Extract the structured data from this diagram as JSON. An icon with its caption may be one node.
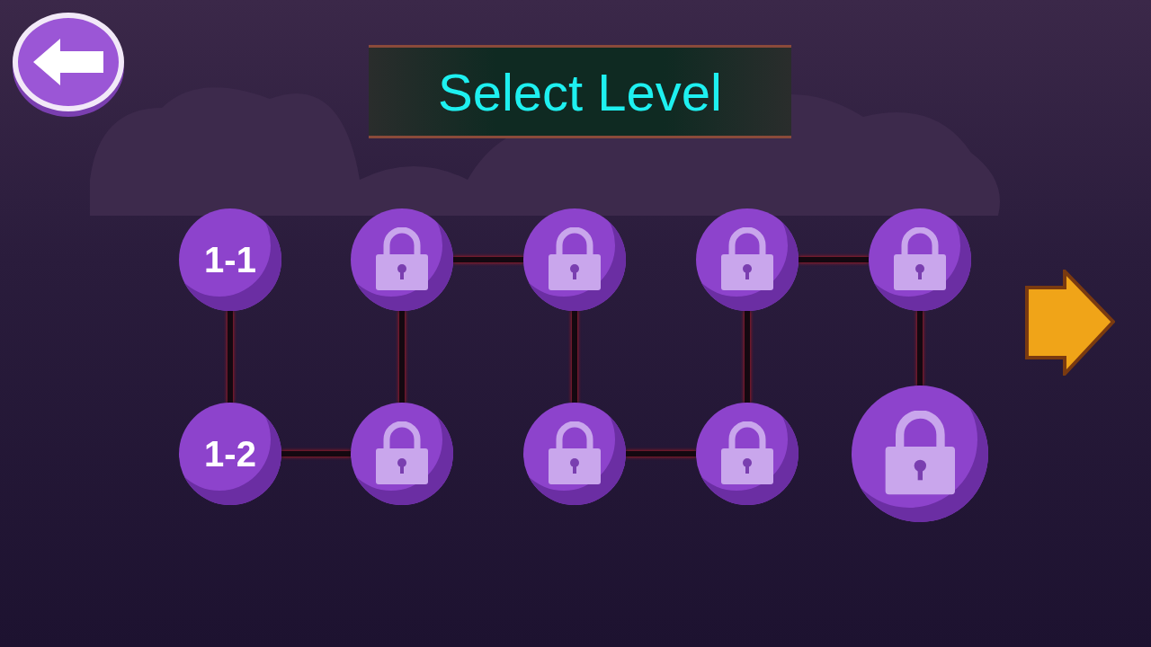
{
  "diagram": {
    "title": "Select Level",
    "nodes": [
      {
        "text": [
          "1-1"
        ]
      },
      {
        "text": [],
        "shape": "circle"
      },
      {
        "text": [],
        "shape": "circle"
      },
      {
        "text": [],
        "shape": "circle"
      },
      {
        "text": [],
        "shape": "circle"
      },
      {
        "text": [
          "1-2"
        ]
      },
      {
        "text": [],
        "shape": "circle"
      },
      {
        "text": [],
        "shape": "circle"
      },
      {
        "text": [],
        "shape": "circle"
      },
      {
        "text": [],
        "shape": "circle"
      }
    ],
    "edges": [
      {
        "from": 0,
        "to": 5,
        "arrow": "none"
      },
      {
        "from": 5,
        "to": 6,
        "arrow": "none"
      },
      {
        "from": 6,
        "to": 1,
        "arrow": "none"
      },
      {
        "from": 1,
        "to": 2,
        "arrow": "none"
      },
      {
        "from": 2,
        "to": 7,
        "arrow": "none"
      },
      {
        "from": 7,
        "to": 8,
        "arrow": "none"
      },
      {
        "from": 8,
        "to": 3,
        "arrow": "none"
      },
      {
        "from": 3,
        "to": 4,
        "arrow": "none"
      },
      {
        "from": 4,
        "to": 9,
        "arrow": "none"
      }
    ]
  }
}
